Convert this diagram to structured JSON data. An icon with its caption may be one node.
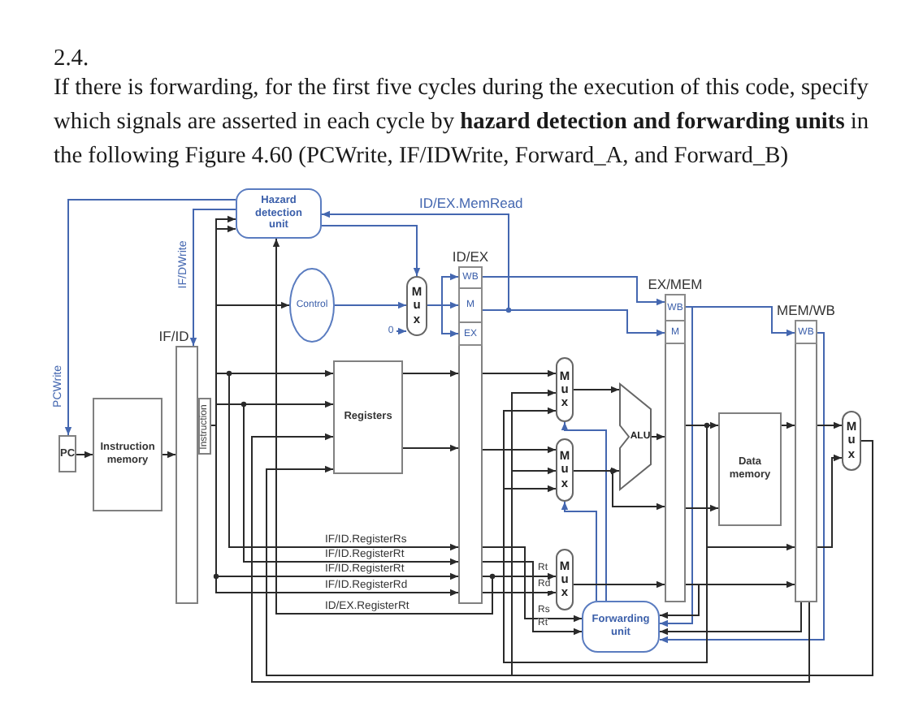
{
  "diagram": {
    "nodes": [
      {
        "text": [
          "Hazard detection unit"
        ]
      },
      {
        "text": [
          "Control"
        ]
      },
      {
        "text": [
          "Mux"
        ]
      },
      {
        "text": [
          "0"
        ]
      },
      {
        "text": [
          "IF/ID"
        ]
      },
      {
        "text": [
          "Instruction"
        ]
      },
      {
        "text": [
          "PC"
        ]
      },
      {
        "text": [
          "Instruction memory"
        ]
      },
      {
        "text": [
          "Registers"
        ]
      },
      {
        "text": [
          "ID/EX"
        ]
      },
      {
        "text": [
          "WB"
        ],
        "in": 9
      },
      {
        "text": [
          "M"
        ],
        "in": 9
      },
      {
        "text": [
          "EX"
        ],
        "in": 9
      },
      {
        "text": [
          "EX/MEM"
        ]
      },
      {
        "text": [
          "WB"
        ],
        "in": 13
      },
      {
        "text": [
          "M"
        ],
        "in": 13
      },
      {
        "text": [
          "MEM/WB"
        ]
      },
      {
        "text": [
          "WB"
        ],
        "in": 16
      },
      {
        "text": [
          "Mux"
        ]
      },
      {
        "text": [
          "Mux"
        ]
      },
      {
        "text": [
          "Mux"
        ]
      },
      {
        "text": [
          "ALU"
        ]
      },
      {
        "text": [
          "Data memory"
        ]
      },
      {
        "text": [
          "Mux"
        ]
      },
      {
        "text": [
          "Forwarding unit"
        ]
      }
    ],
    "edges": [
      {
        "from": 0,
        "to": 6,
        "arrow": "to",
        "label": "PCWrite",
        "color": "#4467b0"
      },
      {
        "from": 0,
        "to": 4,
        "arrow": "to",
        "label": "IF/DWrite",
        "color": "#4467b0"
      },
      {
        "from": 11,
        "to": 0,
        "arrow": "to",
        "label": "ID/EX.MemRead",
        "color": "#4467b0"
      },
      {
        "from": 0,
        "to": 2,
        "arrow": "to",
        "color": "#4467b0"
      },
      {
        "from": 1,
        "to": 2,
        "arrow": "to",
        "color": "#4467b0"
      },
      {
        "from": 3,
        "to": 2,
        "arrow": "to",
        "color": "#4467b0"
      },
      {
        "from": 2,
        "to": 10,
        "arrow": "to",
        "color": "#4467b0"
      },
      {
        "from": 2,
        "to": 11,
        "arrow": "to",
        "color": "#4467b0"
      },
      {
        "from": 2,
        "to": 12,
        "arrow": "to",
        "color": "#4467b0"
      },
      {
        "from": 10,
        "to": 14,
        "arrow": "to",
        "color": "#4467b0"
      },
      {
        "from": 11,
        "to": 15,
        "arrow": "to",
        "color": "#4467b0"
      },
      {
        "from": 14,
        "to": 17,
        "arrow": "to",
        "color": "#4467b0"
      },
      {
        "from": 14,
        "to": 24,
        "arrow": "to",
        "color": "#4467b0"
      },
      {
        "from": 17,
        "to": 24,
        "arrow": "to",
        "color": "#4467b0"
      },
      {
        "from": 24,
        "to": 18,
        "arrow": "to",
        "color": "#4467b0"
      },
      {
        "from": 24,
        "to": 19,
        "arrow": "to",
        "color": "#4467b0"
      },
      {
        "from": 6,
        "to": 7,
        "arrow": "to"
      },
      {
        "from": 7,
        "to": 4,
        "arrow": "to"
      },
      {
        "from": 5,
        "to": 0,
        "arrow": "to"
      },
      {
        "from": 5,
        "to": 0,
        "arrow": "to"
      },
      {
        "from": 5,
        "to": 1,
        "arrow": "to"
      },
      {
        "from": 5,
        "to": 8,
        "arrow": "to"
      },
      {
        "from": 5,
        "to": 8,
        "arrow": "to"
      },
      {
        "from": 5,
        "to": 9,
        "arrow": "to",
        "label": "IF/ID.RegisterRs"
      },
      {
        "from": 5,
        "to": 9,
        "arrow": "to",
        "label": "IF/ID.RegisterRt"
      },
      {
        "from": 5,
        "to": 9,
        "arrow": "to",
        "label": "IF/ID.RegisterRt"
      },
      {
        "from": 5,
        "to": 9,
        "arrow": "to",
        "label": "IF/ID.RegisterRd"
      },
      {
        "from": 9,
        "to": 0,
        "arrow": "to",
        "label": "ID/EX.RegisterRt"
      },
      {
        "from": 8,
        "to": 9,
        "arrow": "to"
      },
      {
        "from": 8,
        "to": 9,
        "arrow": "to"
      },
      {
        "from": 9,
        "to": 18,
        "arrow": "to"
      },
      {
        "from": 9,
        "to": 19,
        "arrow": "to"
      },
      {
        "from": 9,
        "to": 20,
        "arrow": "to",
        "label": "Rt"
      },
      {
        "from": 9,
        "to": 20,
        "arrow": "to",
        "label": "Rd"
      },
      {
        "from": 9,
        "to": 24,
        "arrow": "to",
        "label": "Rs"
      },
      {
        "from": 9,
        "to": 24,
        "arrow": "to",
        "label": "Rt"
      },
      {
        "from": 18,
        "to": 21,
        "arrow": "to"
      },
      {
        "from": 19,
        "to": 21,
        "arrow": "to"
      },
      {
        "from": 19,
        "to": 13,
        "arrow": "to"
      },
      {
        "from": 20,
        "to": 13,
        "arrow": "to"
      },
      {
        "from": 21,
        "to": 13,
        "arrow": "to"
      },
      {
        "from": 13,
        "to": 22,
        "arrow": "to"
      },
      {
        "from": 13,
        "to": 22,
        "arrow": "to"
      },
      {
        "from": 22,
        "to": 16,
        "arrow": "to"
      },
      {
        "from": 13,
        "to": 16,
        "arrow": "to"
      },
      {
        "from": 13,
        "to": 16,
        "arrow": "to"
      },
      {
        "from": 16,
        "to": 23,
        "arrow": "to"
      },
      {
        "from": 16,
        "to": 23,
        "arrow": "to"
      },
      {
        "from": 23,
        "to": 8,
        "arrow": "to"
      },
      {
        "from": 23,
        "to": 18,
        "arrow": "to"
      },
      {
        "from": 23,
        "to": 19,
        "arrow": "to"
      },
      {
        "from": 13,
        "to": 18,
        "arrow": "to"
      },
      {
        "from": 13,
        "to": 19,
        "arrow": "to"
      },
      {
        "from": 13,
        "to": 24,
        "arrow": "to"
      },
      {
        "from": 16,
        "to": 24,
        "arrow": "to"
      },
      {
        "from": 16,
        "to": 8,
        "arrow": "to"
      }
    ],
    "labels": [
      "2.4.",
      "If there is forwarding, for the first five cycles during the execution of this code, specify which signals are asserted in each cycle by **hazard detection and forwarding units** in the following Figure 4.60 (PCWrite, IF/IDWrite, Forward_A, and Forward_B)"
    ]
  }
}
